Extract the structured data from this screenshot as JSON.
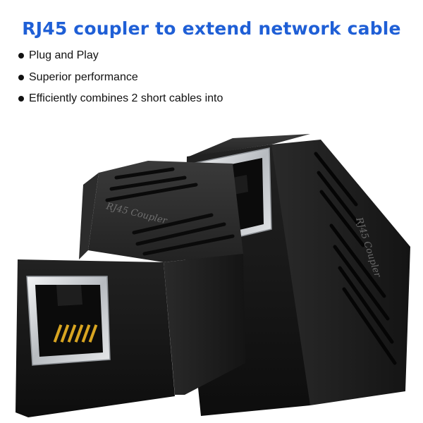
{
  "header": {
    "title": "RJ45 coupler to extend network cable"
  },
  "features": [
    "Plug and Play",
    "Superior performance",
    "Efficiently combines 2 short cables into"
  ],
  "product": {
    "emboss_text": [
      "RJ45 Coupler",
      "RJ45 Coupler"
    ]
  },
  "colors": {
    "title": "#1f5fd6",
    "body": "#1a1a1a",
    "metal": "#c9ccd0",
    "pin": "#d8a521"
  }
}
